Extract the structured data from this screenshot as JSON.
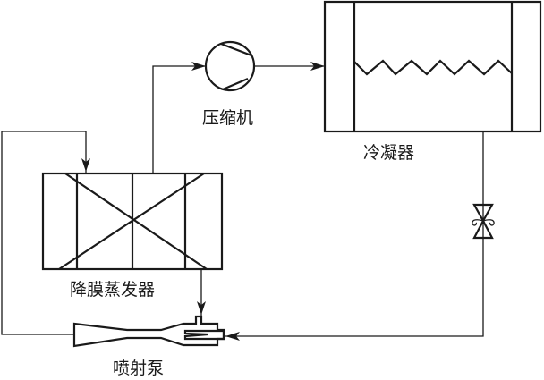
{
  "diagram": {
    "title": "",
    "components": {
      "compressor": {
        "label": "压缩机"
      },
      "condenser": {
        "label": "冷凝器"
      },
      "evaporator": {
        "label": "降膜蒸发器"
      },
      "ejector": {
        "label": "喷射泵"
      },
      "expansion_valve": {
        "label": ""
      }
    },
    "flows": [
      {
        "from": "evaporator",
        "to": "compressor"
      },
      {
        "from": "compressor",
        "to": "condenser"
      },
      {
        "from": "condenser",
        "to": "expansion_valve"
      },
      {
        "from": "expansion_valve",
        "to": "ejector"
      },
      {
        "from": "evaporator",
        "to": "ejector"
      },
      {
        "from": "ejector",
        "to": "evaporator"
      }
    ]
  }
}
